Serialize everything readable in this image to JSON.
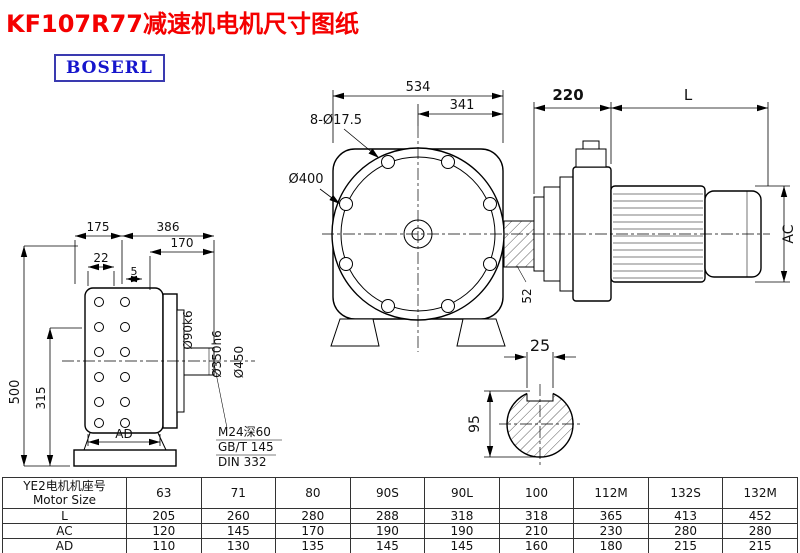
{
  "page": {
    "title": "KF107R77减速机电机尺寸图纸",
    "logo": "BOSERL",
    "colors": {
      "title": "#f40000",
      "logo_text": "#1515cc",
      "logo_border": "#3a3ab0"
    }
  },
  "front_view": {
    "dim_534": "534",
    "dim_341": "341",
    "holes_label": "8-Ø17.5",
    "flange_label": "Ø400",
    "dim_220": "220",
    "dim_L": "L",
    "dim_AC": "AC",
    "dim_52": "52"
  },
  "side_view": {
    "dim_175": "175",
    "dim_386": "386",
    "dim_170": "170",
    "dim_22": "22",
    "dim_5": "5",
    "dim_500": "500",
    "dim_315": "315",
    "shaft_label": "Ø90k6",
    "spigot_label": "Ø350h6",
    "flange_label": "Ø450",
    "dim_AD": "AD",
    "thread_note_1": "M24深60",
    "thread_note_2": "GB/T 145",
    "thread_note_3": "DIN 332"
  },
  "shaft_section": {
    "dim_25": "25",
    "dim_95": "95"
  },
  "table": {
    "header_cn": "YE2电机机座号",
    "header_en": "Motor Size",
    "sizes": [
      "63",
      "71",
      "80",
      "90S",
      "90L",
      "100",
      "112M",
      "132S",
      "132M"
    ],
    "rows": [
      {
        "label": "L",
        "values": [
          "205",
          "260",
          "280",
          "288",
          "318",
          "318",
          "365",
          "413",
          "452"
        ]
      },
      {
        "label": "AC",
        "values": [
          "120",
          "145",
          "170",
          "190",
          "190",
          "210",
          "230",
          "280",
          "280"
        ]
      },
      {
        "label": "AD",
        "values": [
          "110",
          "130",
          "135",
          "145",
          "145",
          "160",
          "180",
          "215",
          "215"
        ]
      }
    ]
  }
}
